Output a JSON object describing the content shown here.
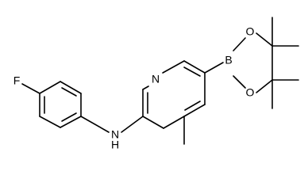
{
  "molecule": {
    "atom_labels": {
      "fluorine": "F",
      "amine_nitrogen": "N",
      "amine_hydrogen": "H",
      "pyridine_nitrogen": "N",
      "boron": "B",
      "oxygen_top": "O",
      "oxygen_bottom": "O"
    }
  }
}
